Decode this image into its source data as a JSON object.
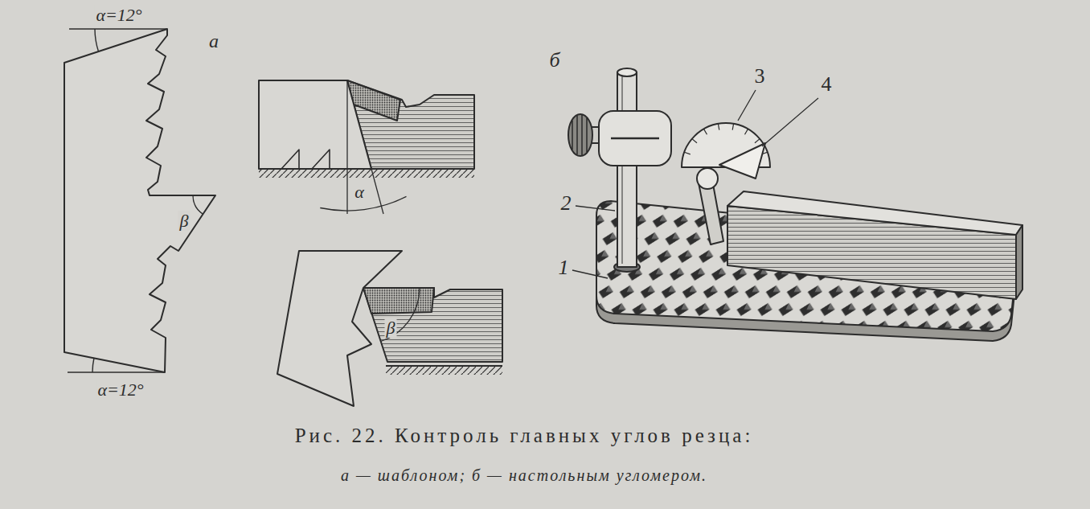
{
  "diagram": {
    "caption": "Рис. 22. Контроль главных углов резца:",
    "labels": [
      "α=12°",
      "а",
      "β",
      "α",
      "β",
      "б",
      "3",
      "4",
      "2",
      "1",
      "α=12°",
      "а — шаблоном; б — настольным угломером."
    ]
  }
}
